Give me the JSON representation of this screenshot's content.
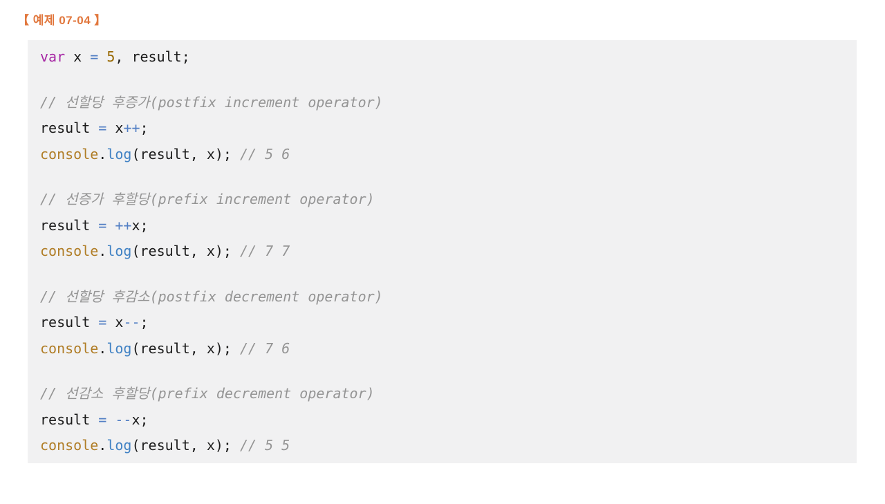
{
  "header": {
    "label": "【 예제 07-04 】",
    "color": "#e1773d"
  },
  "code_block": {
    "background": "#f1f1f2",
    "token_colors": {
      "plain": "#1b1b1b",
      "keyword": "#a626a4",
      "number": "#986801",
      "builtin": "#b07d26",
      "function": "#4182c4",
      "operator": "#527fc4",
      "comment": "#949494"
    },
    "lines": [
      {
        "blank": false,
        "segments": [
          {
            "t": "var",
            "c": "keyword"
          },
          {
            "t": " x ",
            "c": "plain"
          },
          {
            "t": "=",
            "c": "operator"
          },
          {
            "t": " ",
            "c": "plain"
          },
          {
            "t": "5",
            "c": "number"
          },
          {
            "t": ", result;",
            "c": "plain"
          }
        ]
      },
      {
        "blank": true,
        "segments": []
      },
      {
        "blank": false,
        "segments": [
          {
            "t": "// 선할당 후증가(postfix increment operator)",
            "c": "comment"
          }
        ]
      },
      {
        "blank": false,
        "segments": [
          {
            "t": "result ",
            "c": "plain"
          },
          {
            "t": "=",
            "c": "operator"
          },
          {
            "t": " x",
            "c": "plain"
          },
          {
            "t": "++",
            "c": "operator"
          },
          {
            "t": ";",
            "c": "plain"
          }
        ]
      },
      {
        "blank": false,
        "segments": [
          {
            "t": "console",
            "c": "builtin"
          },
          {
            "t": ".",
            "c": "plain"
          },
          {
            "t": "log",
            "c": "function"
          },
          {
            "t": "(result, x); ",
            "c": "plain"
          },
          {
            "t": "// 5 6",
            "c": "comment"
          }
        ]
      },
      {
        "blank": true,
        "segments": []
      },
      {
        "blank": false,
        "segments": [
          {
            "t": "// 선증가 후할당(prefix increment operator)",
            "c": "comment"
          }
        ]
      },
      {
        "blank": false,
        "segments": [
          {
            "t": "result ",
            "c": "plain"
          },
          {
            "t": "=",
            "c": "operator"
          },
          {
            "t": " ",
            "c": "plain"
          },
          {
            "t": "++",
            "c": "operator"
          },
          {
            "t": "x;",
            "c": "plain"
          }
        ]
      },
      {
        "blank": false,
        "segments": [
          {
            "t": "console",
            "c": "builtin"
          },
          {
            "t": ".",
            "c": "plain"
          },
          {
            "t": "log",
            "c": "function"
          },
          {
            "t": "(result, x); ",
            "c": "plain"
          },
          {
            "t": "// 7 7",
            "c": "comment"
          }
        ]
      },
      {
        "blank": true,
        "segments": []
      },
      {
        "blank": false,
        "segments": [
          {
            "t": "// 선할당 후감소(postfix decrement operator)",
            "c": "comment"
          }
        ]
      },
      {
        "blank": false,
        "segments": [
          {
            "t": "result ",
            "c": "plain"
          },
          {
            "t": "=",
            "c": "operator"
          },
          {
            "t": " x",
            "c": "plain"
          },
          {
            "t": "--",
            "c": "operator"
          },
          {
            "t": ";",
            "c": "plain"
          }
        ]
      },
      {
        "blank": false,
        "segments": [
          {
            "t": "console",
            "c": "builtin"
          },
          {
            "t": ".",
            "c": "plain"
          },
          {
            "t": "log",
            "c": "function"
          },
          {
            "t": "(result, x); ",
            "c": "plain"
          },
          {
            "t": "// 7 6",
            "c": "comment"
          }
        ]
      },
      {
        "blank": true,
        "segments": []
      },
      {
        "blank": false,
        "segments": [
          {
            "t": "// 선감소 후할당(prefix decrement operator)",
            "c": "comment"
          }
        ]
      },
      {
        "blank": false,
        "segments": [
          {
            "t": "result ",
            "c": "plain"
          },
          {
            "t": "=",
            "c": "operator"
          },
          {
            "t": " ",
            "c": "plain"
          },
          {
            "t": "--",
            "c": "operator"
          },
          {
            "t": "x;",
            "c": "plain"
          }
        ]
      },
      {
        "blank": false,
        "segments": [
          {
            "t": "console",
            "c": "builtin"
          },
          {
            "t": ".",
            "c": "plain"
          },
          {
            "t": "log",
            "c": "function"
          },
          {
            "t": "(result, x); ",
            "c": "plain"
          },
          {
            "t": "// 5 5",
            "c": "comment"
          }
        ]
      }
    ]
  }
}
